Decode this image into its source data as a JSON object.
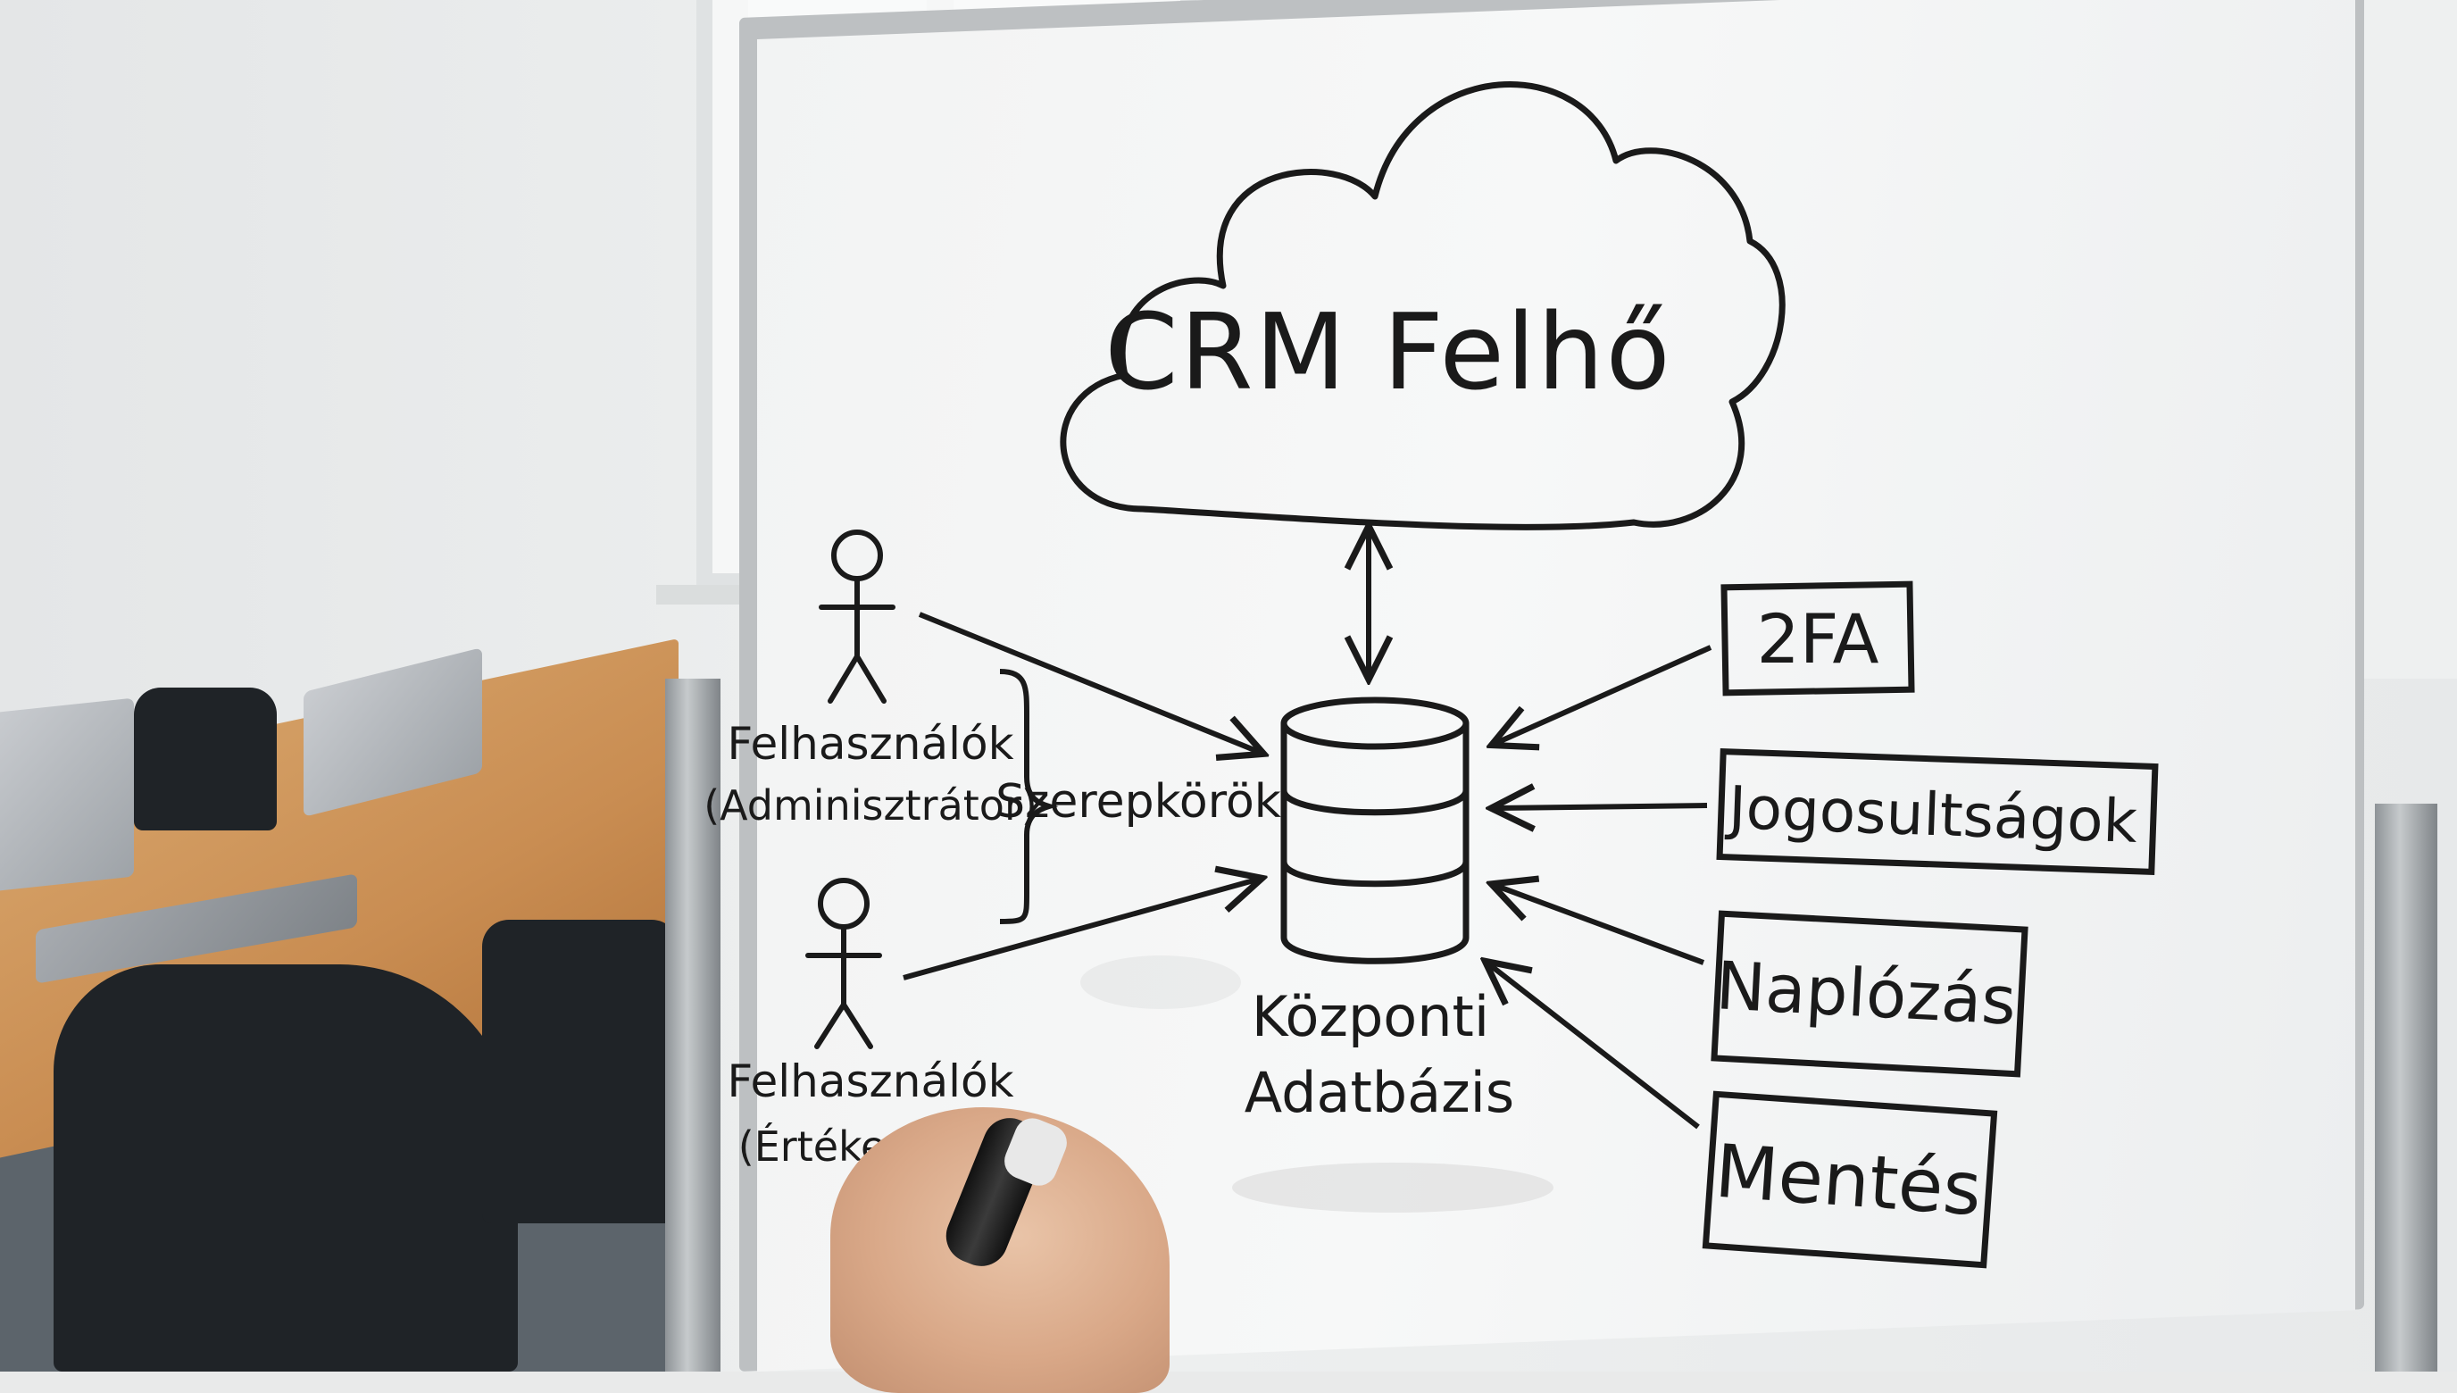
{
  "diagram": {
    "cloud_label": "CRM Felhő",
    "database_label_line1": "Központi",
    "database_label_line2": "Adatbázis",
    "user_admin_line1": "Felhasználók",
    "user_admin_line2": "(Adminisztrátor)",
    "user_sales_line1": "Felhasználók",
    "user_sales_line2": "(Értékesítő)",
    "roles_label": "Szerepkörök",
    "features": [
      {
        "label": "2FA"
      },
      {
        "label": "Jogosultságok"
      },
      {
        "label": "Naplózás"
      },
      {
        "label": "Mentés"
      }
    ]
  },
  "colors": {
    "ink": "#1a1a1a",
    "board": "#f4f5f5",
    "frame": "#bdc0c2",
    "table_wood": "#cf9458"
  }
}
